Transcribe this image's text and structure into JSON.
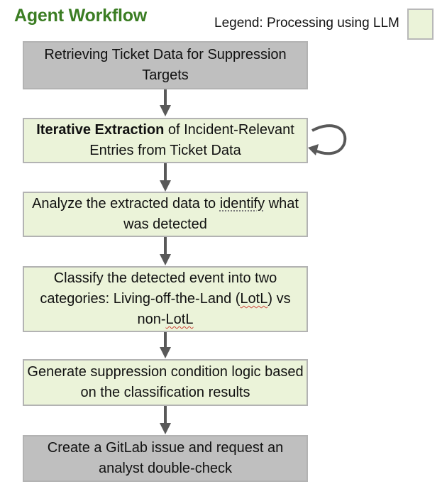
{
  "header": {
    "title": "Agent Workflow",
    "legend_label": "Legend: Processing using LLM"
  },
  "steps": [
    {
      "text": "Retrieving Ticket Data for Suppression Targets",
      "llm": false
    },
    {
      "bold": "Iterative Extraction",
      "rest": " of Incident-Relevant Entries from Ticket Data",
      "llm": true,
      "loop": true
    },
    {
      "pre": "Analyze the extracted data to ",
      "dotted": "identify",
      "post": " what was detected",
      "llm": true
    },
    {
      "pre": "Classify the detected event into two categories: Living-off-the-Land (",
      "wavy1": "LotL",
      "mid": ") vs non-",
      "wavy2": "LotL",
      "llm": true
    },
    {
      "text": "Generate suppression condition logic based on the classification results",
      "llm": true
    },
    {
      "text": "Create a GitLab issue and request an analyst double-check",
      "llm": false
    }
  ],
  "colors": {
    "title": "#3b7d23",
    "llm_box": "#ebf3d9",
    "non_llm_box": "#bfbfbf",
    "arrow": "#595959"
  }
}
